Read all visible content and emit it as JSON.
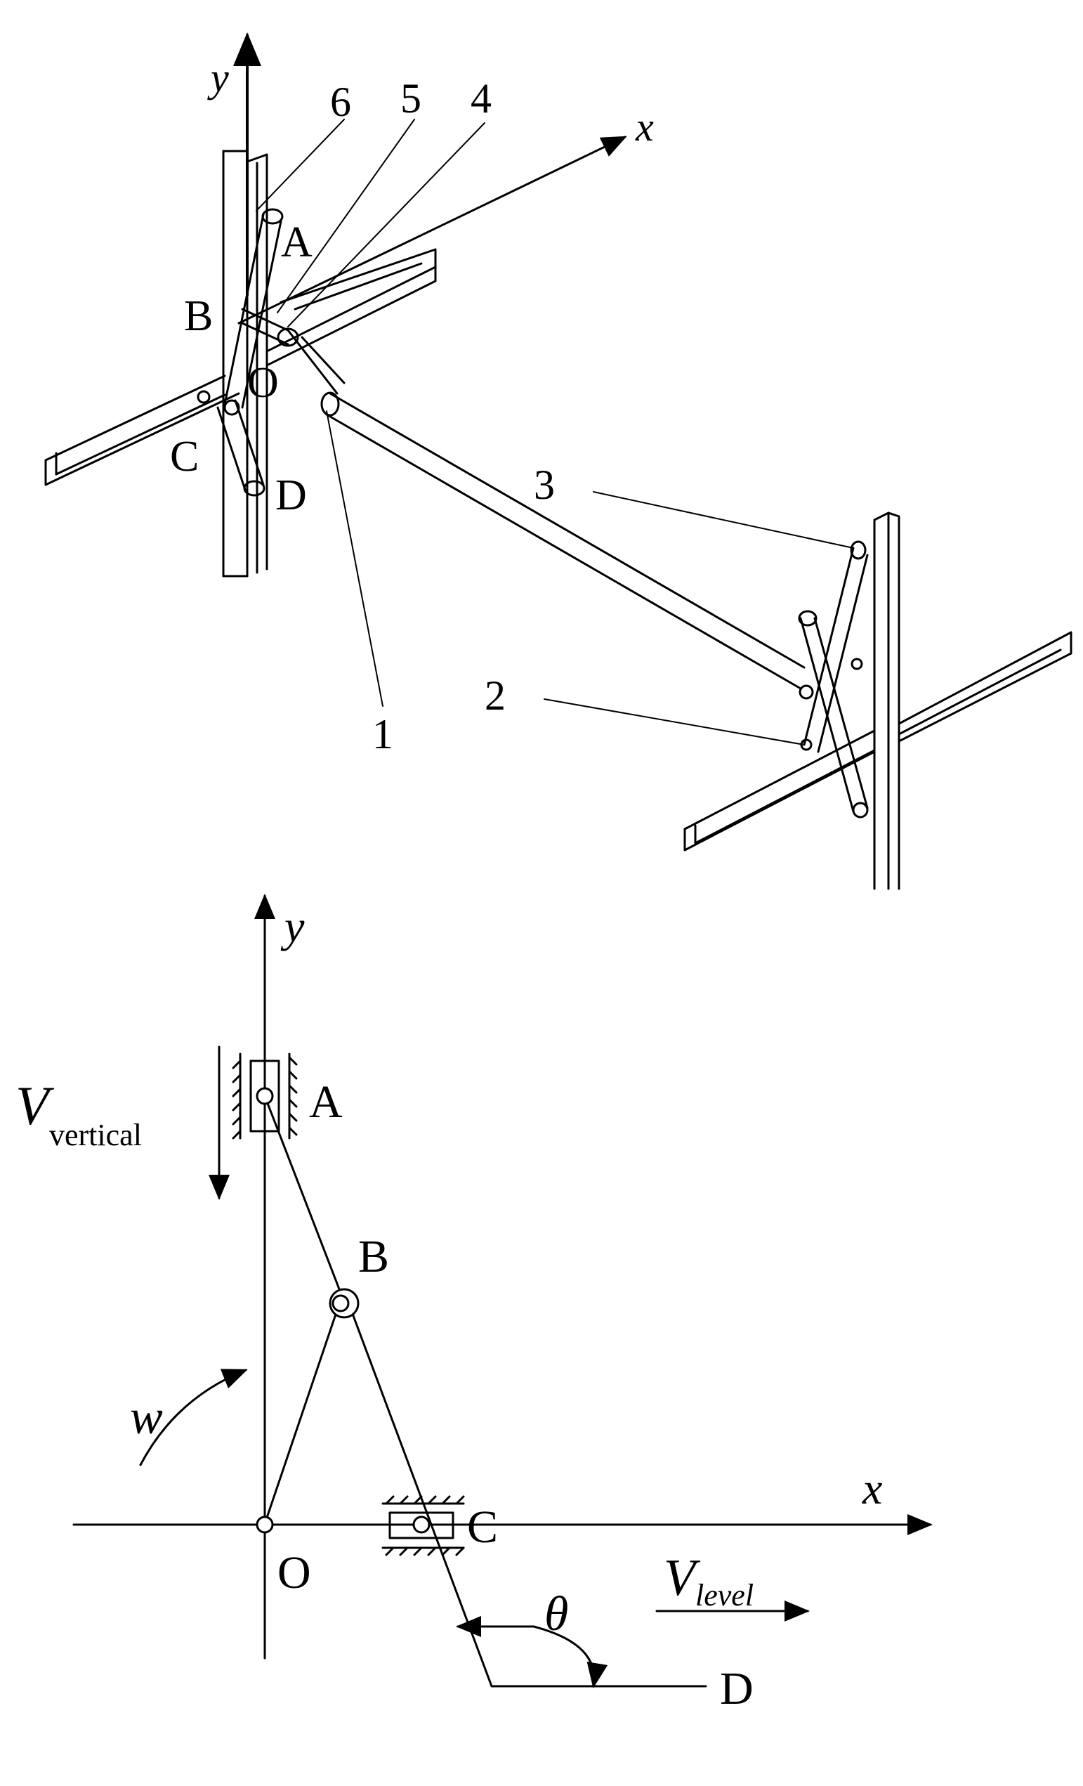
{
  "figure": {
    "isometric": {
      "axis_x": "x",
      "axis_y": "y",
      "points": {
        "A": "A",
        "B": "B",
        "O": "O",
        "C": "C",
        "D": "D"
      },
      "parts": {
        "p1": "1",
        "p2": "2",
        "p3": "3",
        "p4": "4",
        "p5": "5",
        "p6": "6"
      }
    },
    "schematic": {
      "axis_x": "x",
      "axis_y": "y",
      "points": {
        "A": "A",
        "B": "B",
        "C": "C",
        "O": "O",
        "D": "D"
      },
      "v_vertical": {
        "symbol": "V",
        "subscript": "vertical"
      },
      "v_level": {
        "symbol": "V",
        "subscript": "level"
      },
      "omega": "w",
      "theta": "θ"
    }
  }
}
